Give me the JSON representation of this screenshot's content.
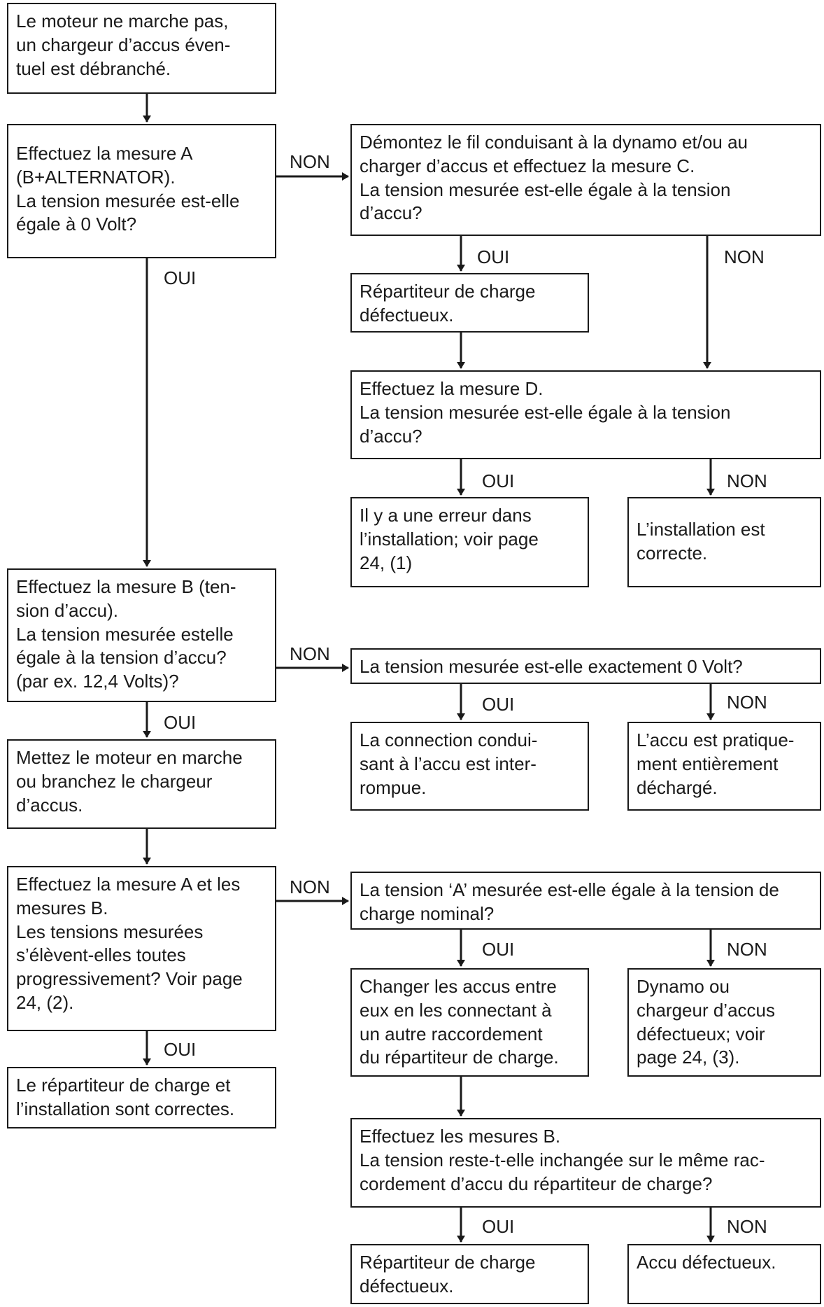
{
  "boxes": {
    "start": "Le moteur ne marche pas,\nun chargeur d’accus éven-\ntuel est débranché.",
    "measure_a": "Effectuez la mesure A\n(B+ALTERNATOR).\nLa tension mesurée est-elle\négale à 0 Volt?",
    "remove_wire": "Démontez le fil conduisant à la dynamo et/ou au\ncharger d’accus et effectuez la mesure C.\nLa tension mesurée est-elle égale à la tension\nd’accu?",
    "splitter_defective_1": "Répartiteur de charge\ndéfectueux.",
    "measure_d": "Effectuez la mesure D.\nLa tension mesurée est-elle égale à la tension\nd’accu?",
    "install_error": "Il y a une erreur dans\nl’installation; voir page\n24, (1)",
    "install_correct": "L’installation est\ncorrecte.",
    "measure_b": "Effectuez la mesure B (ten-\nsion d’accu).\nLa tension mesurée estelle\négale à la tension d’accu?\n(par ex. 12,4 Volts)?",
    "exactly_zero": "La tension mesurée est-elle exactement 0 Volt?",
    "connection_broken": "La connection condui-\nsant à l’accu est inter-\nrompue.",
    "battery_discharged": "L’accu est pratique-\nment entièrement\ndéchargé.",
    "start_engine": "Mettez le moteur en marche\nou branchez le chargeur\nd’accus.",
    "measure_ab": "Effectuez la mesure A et les\nmesures B.\nLes tensions mesurées\ns’élèvent-elles toutes\nprogressivement? Voir page\n24, (2).",
    "tension_a_nominal": "La tension ‘A’ mesurée est-elle égale à la tension de\ncharge nominal?",
    "swap_batteries": "Changer les accus entre\neux en les connectant à\nun autre raccordement\ndu répartiteur de charge.",
    "dynamo_defective": "Dynamo ou\nchargeur d’accus\ndéfectueux; voir\npage 24, (3).",
    "splitter_ok": "Le répartiteur de charge et\nl’installation sont correctes.",
    "measure_b2": "Effectuez les mesures B.\nLa tension reste-t-elle inchangée sur le même rac-\ncordement d’accu du répartiteur de charge?",
    "splitter_defective_2": "Répartiteur de charge\ndéfectueux.",
    "battery_defective": "Accu défectueux."
  },
  "labels": {
    "yes": "OUI",
    "no": "NON"
  }
}
